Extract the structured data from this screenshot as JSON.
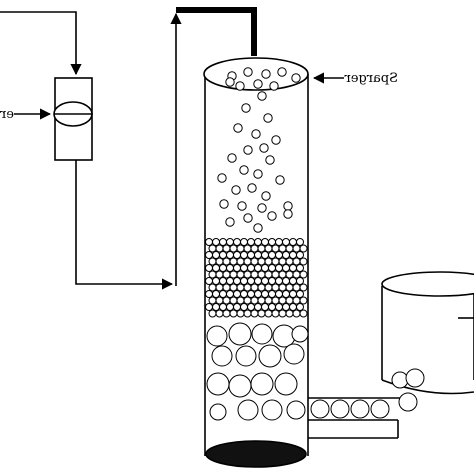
{
  "diagram": {
    "labels": {
      "sparger": "Sparger",
      "left_partial": "er"
    },
    "colors": {
      "ink": "#000000",
      "paper": "#ffffff"
    },
    "icons": {
      "arrow": "arrow-head",
      "flowmeter": "flowmeter-icon",
      "column": "bubble-column-icon",
      "tank": "collection-tank-icon"
    }
  }
}
